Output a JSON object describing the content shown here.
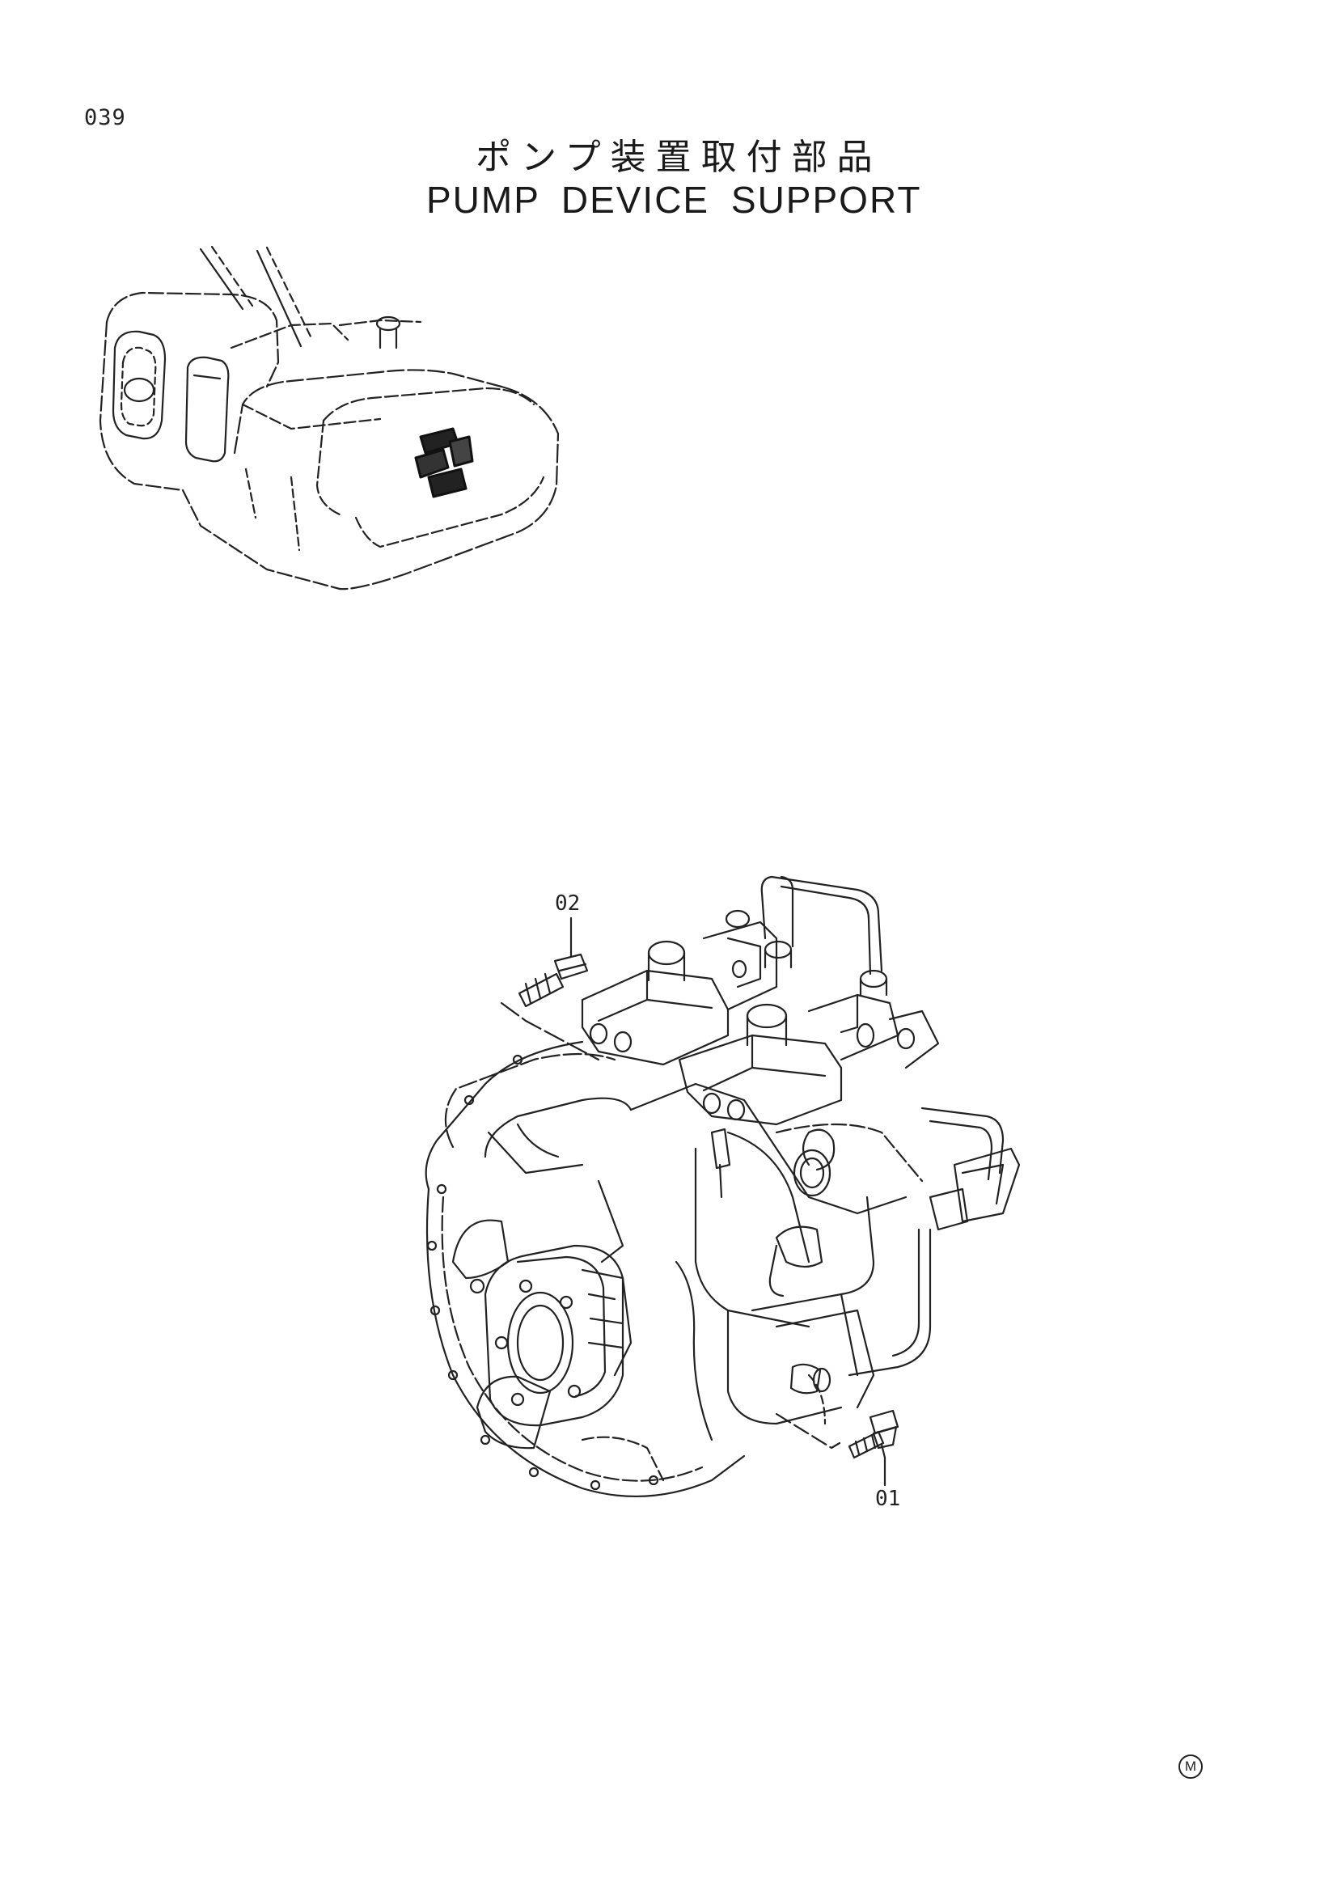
{
  "page": {
    "number": "039",
    "title_jp": "ポンプ装置取付部品",
    "title_en": "PUMP DEVICE SUPPORT"
  },
  "callouts": [
    {
      "id": "02"
    },
    {
      "id": "01"
    }
  ],
  "marker": {
    "label": "M"
  },
  "icons": {
    "location_view": "excavator-location-icon",
    "assembly_view": "pump-assembly-icon",
    "bolt": "flange-bolt-icon"
  }
}
